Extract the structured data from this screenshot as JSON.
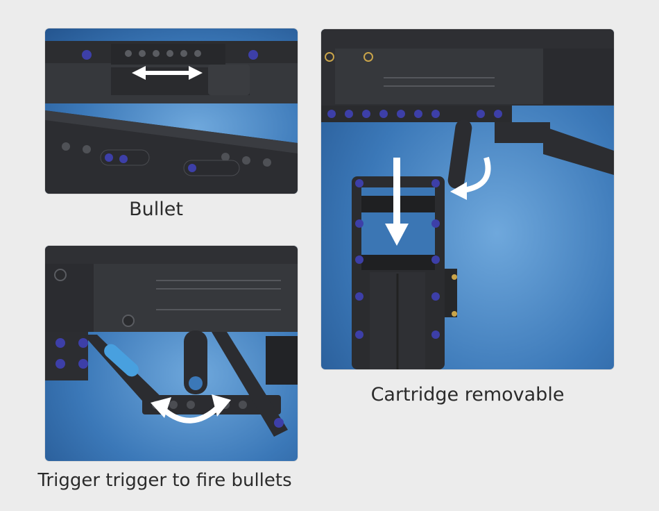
{
  "captions": {
    "bullet": "Bullet",
    "cartridge": "Cartridge removable",
    "trigger": "Trigger trigger to fire bullets"
  },
  "colors": {
    "background": "#ececec",
    "brick": "#2f3033",
    "pin": "#3d3fa8",
    "arrow": "#ffffff",
    "panel_blue": "#3b78b8"
  },
  "icons": {
    "bullet_panel": "double-arrow-icon",
    "cartridge_panel": [
      "down-arrow-icon",
      "curved-arrow-icon"
    ],
    "trigger_panel": "curved-double-arrow-icon"
  }
}
